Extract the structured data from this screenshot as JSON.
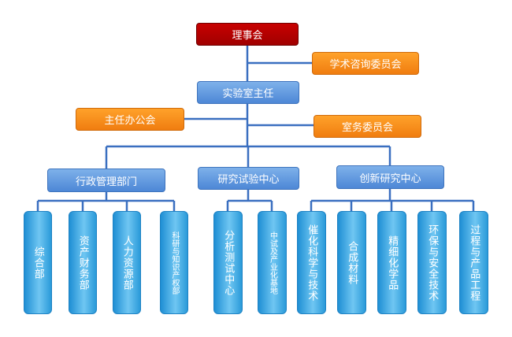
{
  "top": {
    "council": "理事会"
  },
  "advisory": {
    "academic_committee": "学术咨询委员会"
  },
  "director": {
    "label": "实验室主任"
  },
  "office": {
    "director_office": "主任办公会",
    "affairs_committee": "室务委员会"
  },
  "departments": [
    {
      "label": "行政管理部门",
      "children": [
        "综合部",
        "资产财务部",
        "人力资源部",
        "科研与知识产权部"
      ]
    },
    {
      "label": "研究试验中心",
      "children": [
        "分析测试中心",
        "中试及产业化基地"
      ]
    },
    {
      "label": "创新研究中心",
      "children": [
        "催化科学与技术",
        "合成材料",
        "精细化学品",
        "环保与安全技术",
        "过程与产品工程"
      ]
    }
  ],
  "colors": {
    "line": "#3a6fc0",
    "council": "#b20000",
    "committee": "#f88a18",
    "department": "#5f97e0",
    "leaf": "#3aa6e3"
  }
}
